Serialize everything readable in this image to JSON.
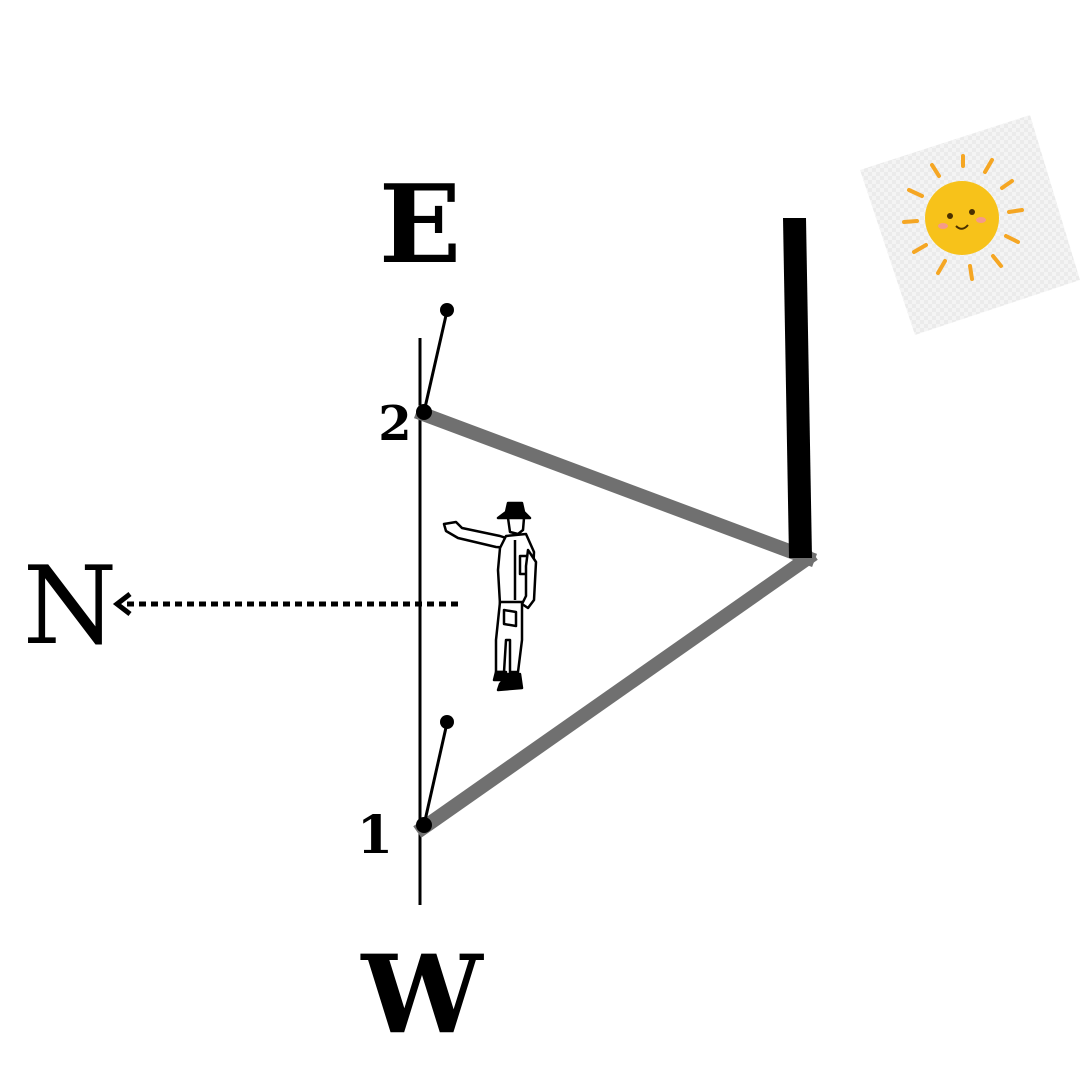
{
  "compass": {
    "east": "E",
    "west": "W",
    "north": "N"
  },
  "points": {
    "point_1": "1",
    "point_2": "2"
  },
  "colors": {
    "sight_lines": "#707070",
    "sun_rays": "#f5a623",
    "sun_face": "#f7c21a",
    "ink": "#000000"
  },
  "icons": {
    "sun": "smiling-sun-icon",
    "person": "man-pointing-icon"
  }
}
